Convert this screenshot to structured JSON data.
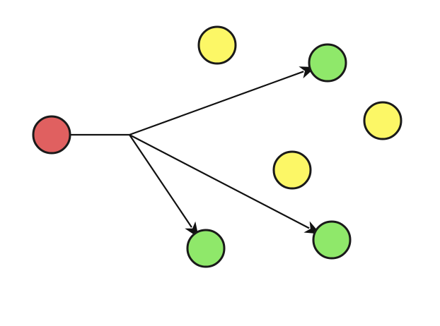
{
  "diagram": {
    "type": "network-fanout",
    "colors": {
      "source": "#e06060",
      "target": "#8fe86a",
      "other": "#fcf766",
      "edge": "#111111",
      "outline": "#1a1a1a"
    },
    "nodes": [
      {
        "id": "source",
        "role": "source",
        "color": "#e06060"
      },
      {
        "id": "yellow-1",
        "role": "other",
        "color": "#fcf766"
      },
      {
        "id": "green-1",
        "role": "target",
        "color": "#8fe86a"
      },
      {
        "id": "yellow-2",
        "role": "other",
        "color": "#fcf766"
      },
      {
        "id": "yellow-3",
        "role": "other",
        "color": "#fcf766"
      },
      {
        "id": "green-2",
        "role": "target",
        "color": "#8fe86a"
      },
      {
        "id": "green-3",
        "role": "target",
        "color": "#8fe86a"
      }
    ],
    "edges": [
      {
        "from": "source",
        "to": "green-1"
      },
      {
        "from": "source",
        "to": "green-3"
      },
      {
        "from": "source",
        "to": "green-2"
      }
    ]
  }
}
